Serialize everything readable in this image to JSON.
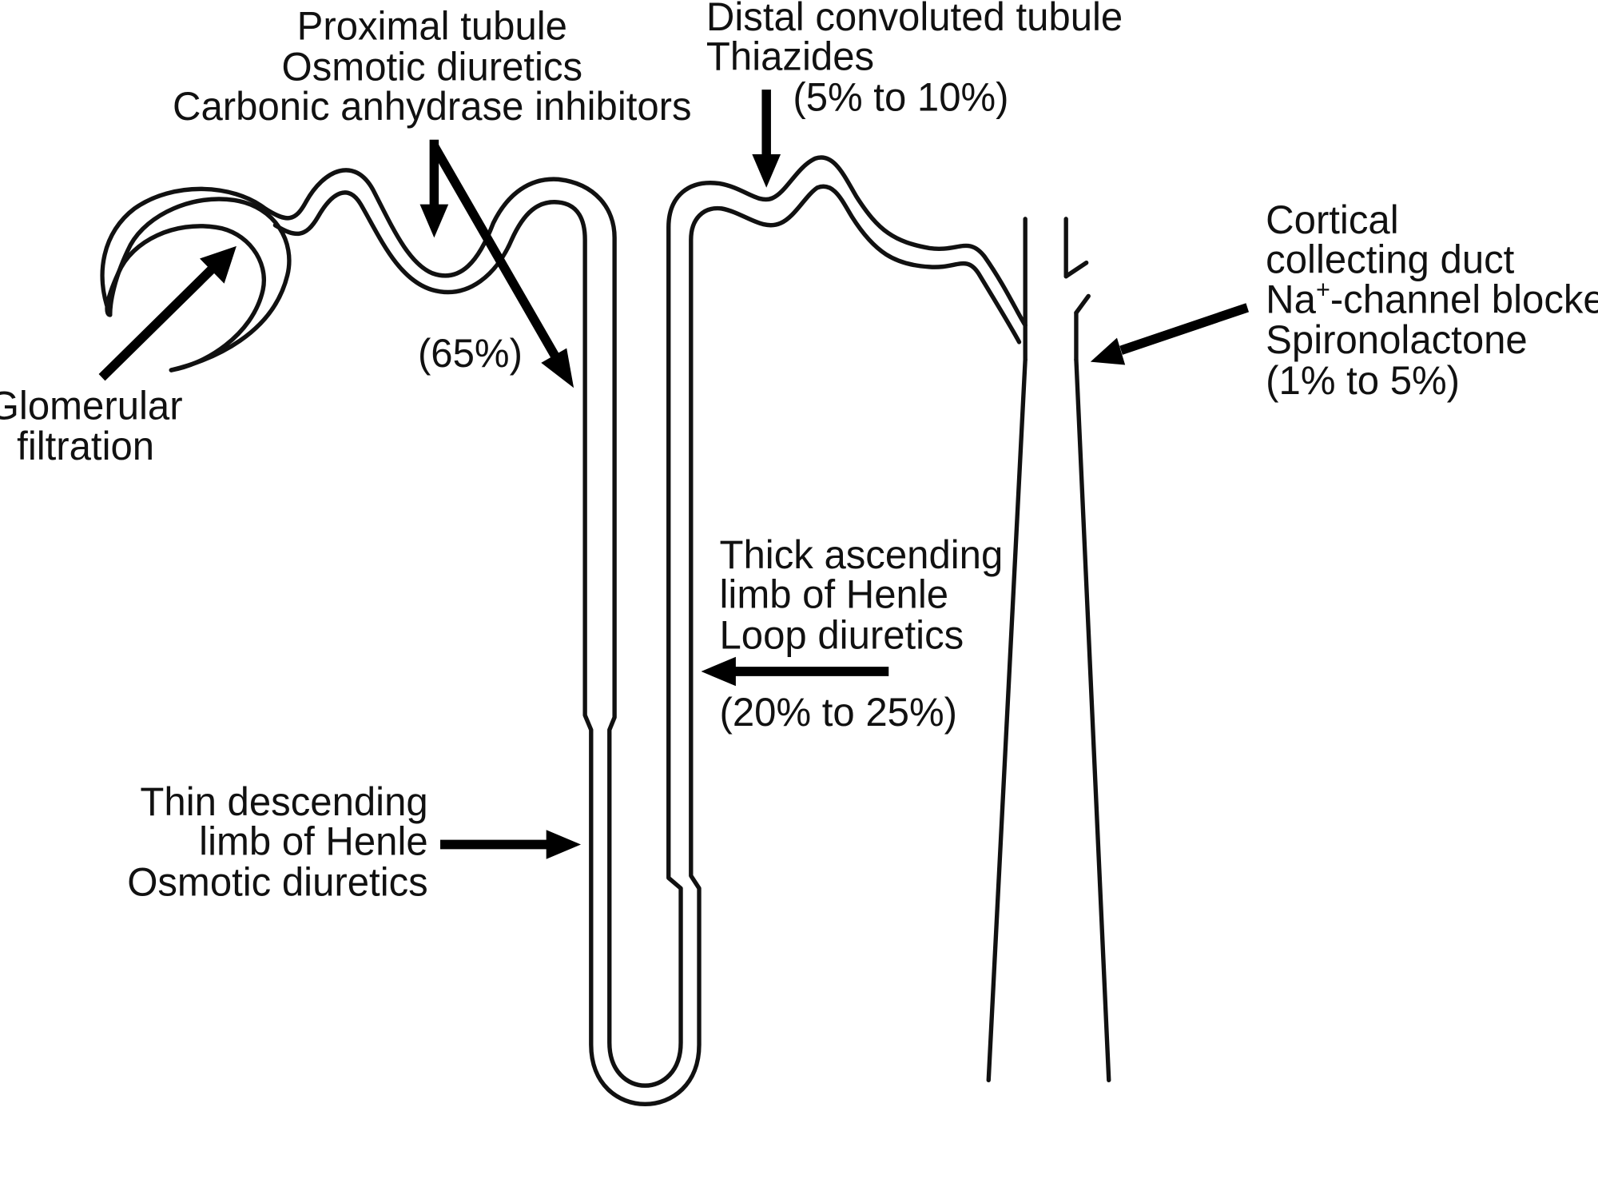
{
  "labels": {
    "proximal": {
      "line1": "Proximal tubule",
      "line2": "Osmotic diuretics",
      "line3": "Carbonic anhydrase inhibitors",
      "percent": "(65%)"
    },
    "distal": {
      "line1": "Distal convoluted tubule",
      "line2": "Thiazides",
      "percent": "(5% to 10%)"
    },
    "cortical": {
      "line1": "Cortical",
      "line2": "collecting duct",
      "line3_prefix": "Na",
      "line3_sup": "+",
      "line3_suffix": "-channel blockers",
      "line4": "Spironolactone",
      "percent": "(1% to 5%)"
    },
    "glomerular": {
      "line1": "Glomerular",
      "line2": "filtration"
    },
    "thick_ascending": {
      "line1": "Thick ascending",
      "line2": "limb of Henle",
      "line3": "Loop diuretics",
      "percent": "(20% to 25%)"
    },
    "thin_descending": {
      "line1": "Thin descending",
      "line2": "limb of Henle",
      "line3": "Osmotic diuretics"
    }
  },
  "colors": {
    "ink": "#111111",
    "background": "#ffffff"
  }
}
